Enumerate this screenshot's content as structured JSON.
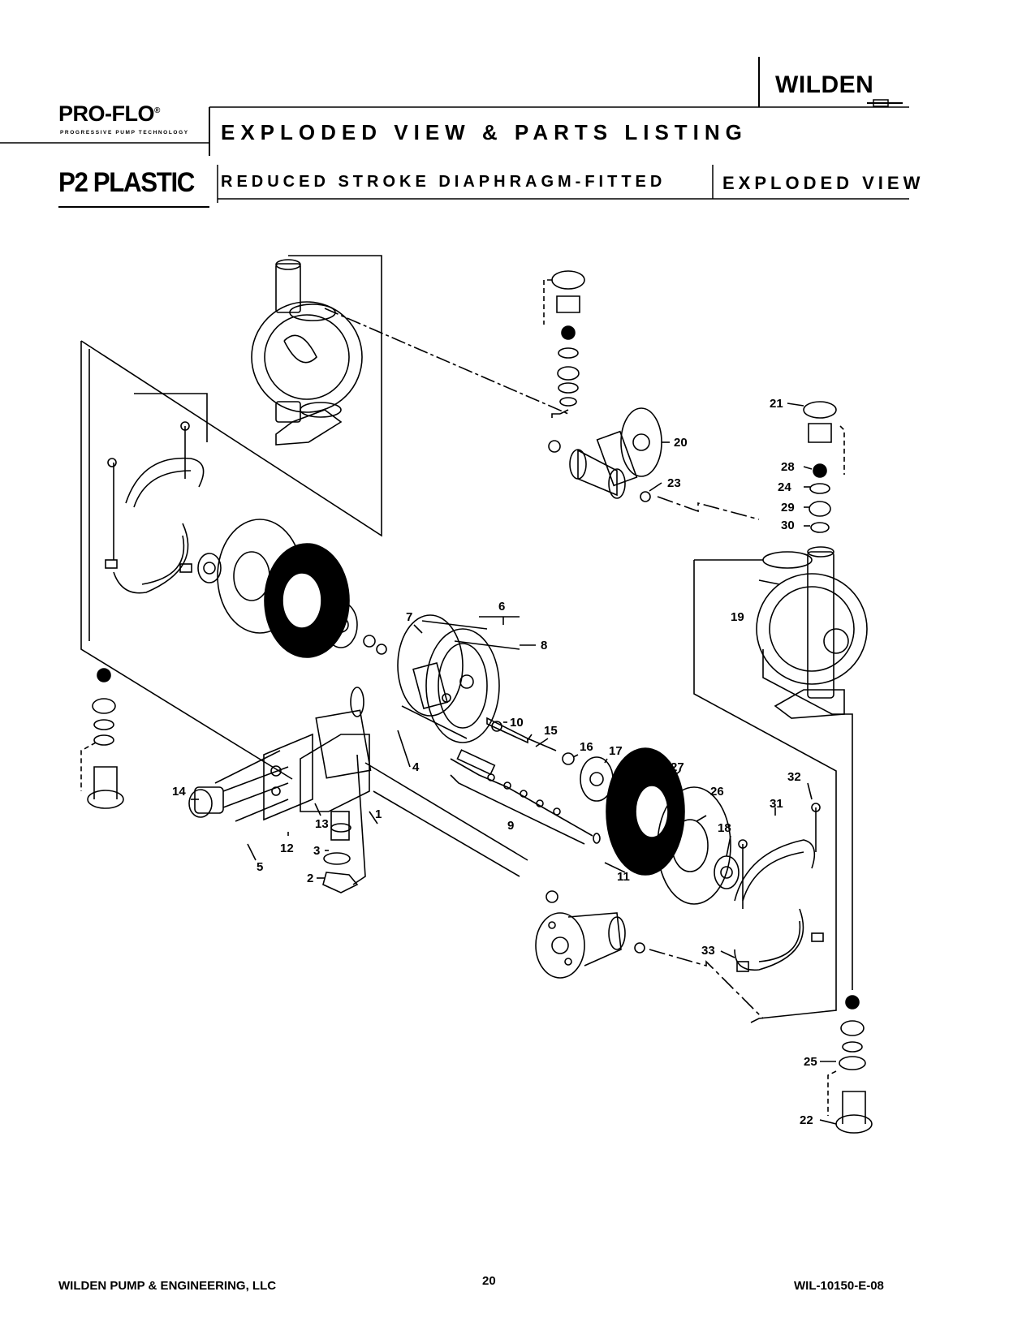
{
  "header": {
    "brand_right": "WILDEN",
    "brand_left": "PRO-FLO",
    "brand_left_tagline": "PROGRESSIVE PUMP TECHNOLOGY",
    "section_title": "EXPLODED VIEW & PARTS LISTING",
    "model": "P2 PLASTIC",
    "subtitle": "REDUCED STROKE DIAPHRAGM-FITTED",
    "view_label": "EXPLODED VIEW"
  },
  "diagram": {
    "part_labels": [
      "1",
      "2",
      "3",
      "4",
      "5",
      "6",
      "7",
      "8",
      "9",
      "10",
      "11",
      "12",
      "13",
      "14",
      "15",
      "16",
      "17",
      "18",
      "19",
      "20",
      "21",
      "22",
      "23",
      "24",
      "25",
      "26",
      "27",
      "28",
      "29",
      "30",
      "31",
      "32",
      "33"
    ]
  },
  "footer": {
    "company": "WILDEN PUMP & ENGINEERING, LLC",
    "page_number": "20",
    "doc_code": "WIL-10150-E-08"
  }
}
